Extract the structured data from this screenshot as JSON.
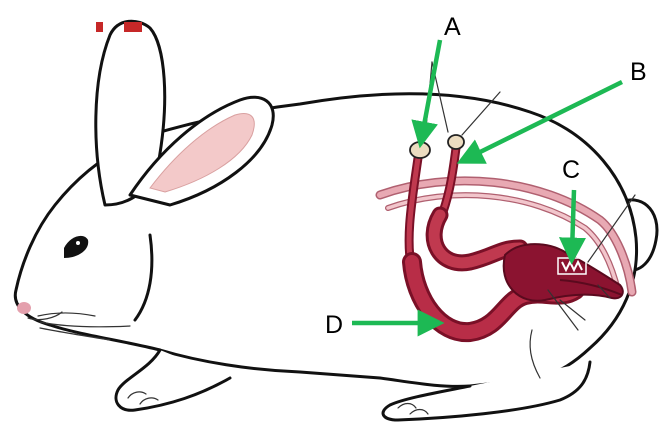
{
  "labels": {
    "a": "A",
    "b": "B",
    "c": "C",
    "d": "D"
  },
  "colors": {
    "arrow": "#1db954",
    "organ_dark": "#8b1330",
    "organ_light": "#c0394f",
    "tube_pink": "#e8a9b3",
    "ear_inner": "#f3c9c9",
    "ear_marks": "#c62828",
    "body_fill": "#ffffff",
    "outline": "#111111"
  }
}
